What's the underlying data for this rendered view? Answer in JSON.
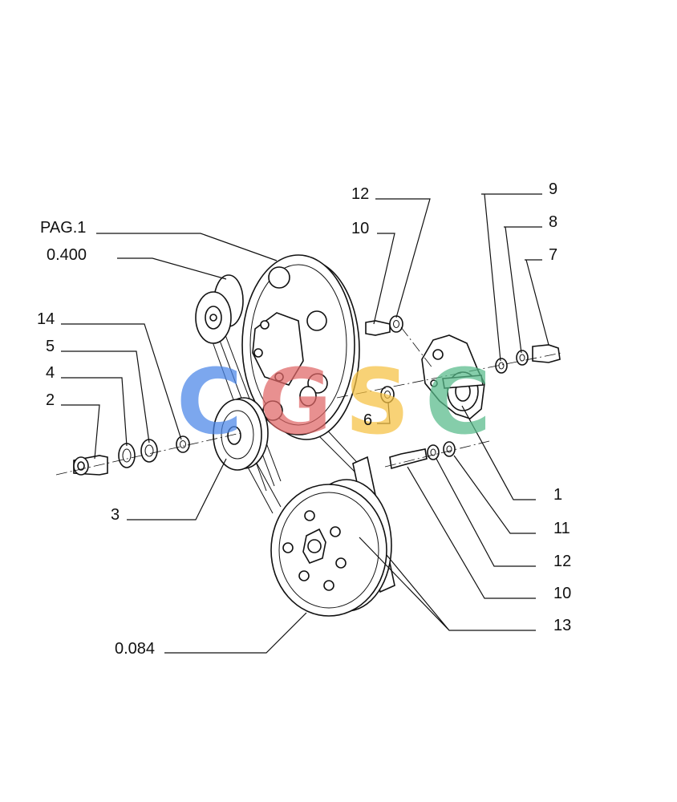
{
  "labels": {
    "pag1": "PAG.1",
    "ref_0400": "0.400",
    "ref_0084": "0.084",
    "p1": "1",
    "p2": "2",
    "p3": "3",
    "p4": "4",
    "p5": "5",
    "p6": "6",
    "p7": "7",
    "p8": "8",
    "p9": "9",
    "p10_top": "10",
    "p10_bottom": "10",
    "p11": "11",
    "p12_top": "12",
    "p12_bottom": "12",
    "p13": "13",
    "p14": "14"
  },
  "watermark": {
    "letters": [
      "C",
      "G",
      "S",
      "C"
    ],
    "colors": [
      "#4a86e8",
      "#e06666",
      "#f6c142",
      "#57bb8a"
    ]
  }
}
